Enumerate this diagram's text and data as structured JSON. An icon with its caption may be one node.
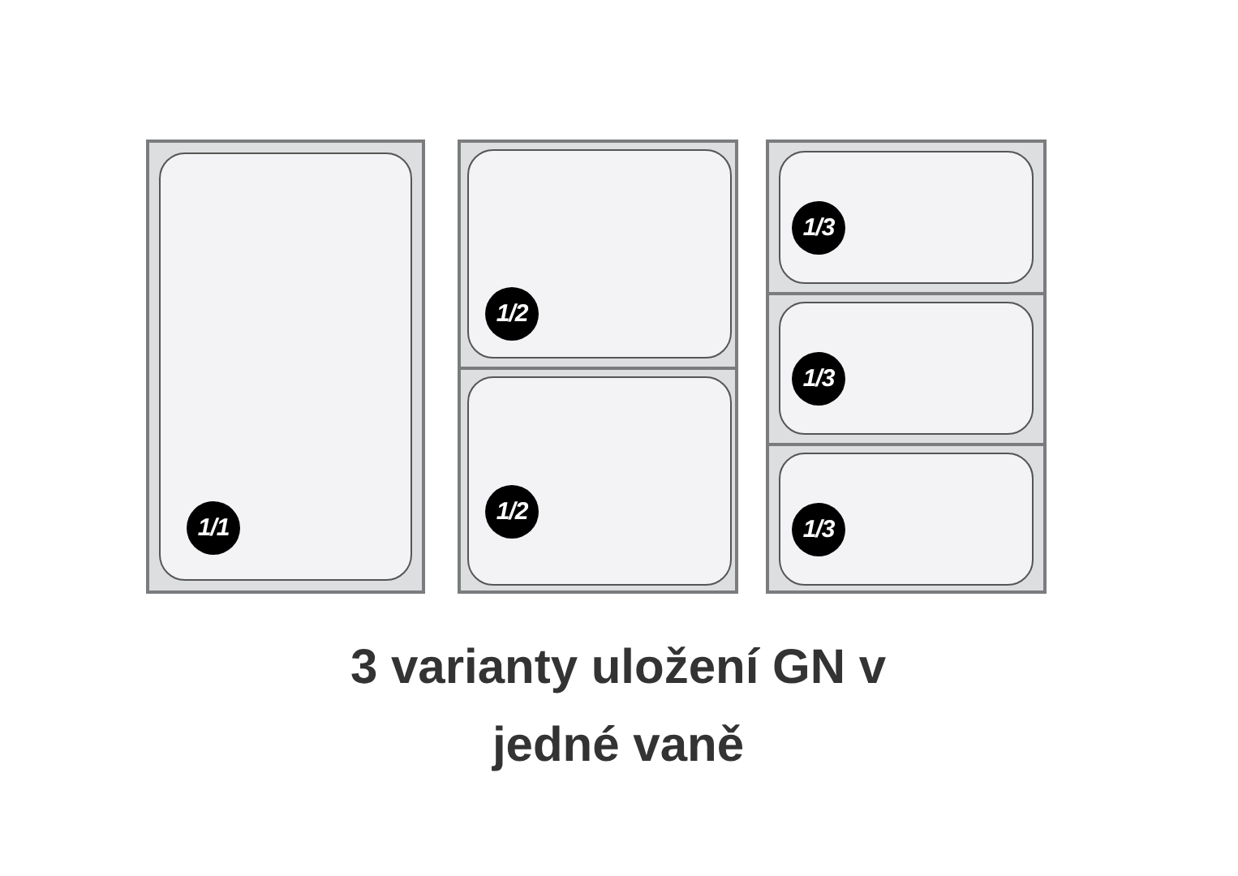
{
  "diagram": {
    "caption": "3 varianty uložení GN v jedné vaně",
    "nodes": [
      {
        "text": [],
        "shape": "box"
      },
      {
        "text": [
          "1/1"
        ],
        "in": 0
      },
      {
        "text": [],
        "shape": "box"
      },
      {
        "text": [
          "1/2"
        ],
        "in": 2
      },
      {
        "text": [
          "1/2"
        ],
        "in": 2
      },
      {
        "text": [],
        "shape": "box"
      },
      {
        "text": [
          "1/3"
        ],
        "in": 5
      },
      {
        "text": [
          "1/3"
        ],
        "in": 5
      },
      {
        "text": [
          "1/3"
        ],
        "in": 5
      }
    ],
    "edges": []
  }
}
